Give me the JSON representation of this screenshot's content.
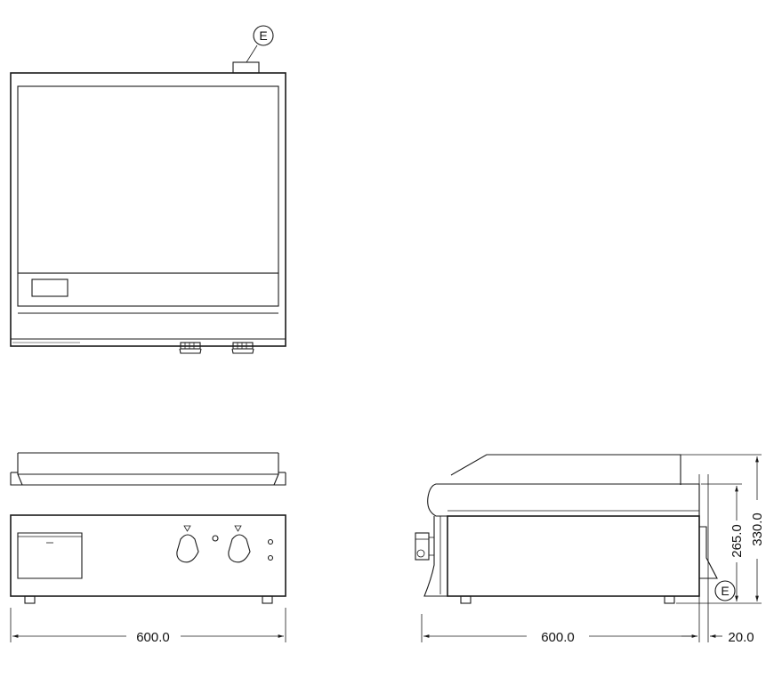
{
  "labels": {
    "connection_top": "E",
    "connection_side": "E"
  },
  "dimensions": {
    "front_width": "600.0",
    "side_depth": "600.0",
    "side_extra": "20.0",
    "side_height_inner": "265.0",
    "side_height_total": "330.0"
  },
  "colors": {
    "line": "#1a1a1a",
    "background": "#ffffff"
  }
}
